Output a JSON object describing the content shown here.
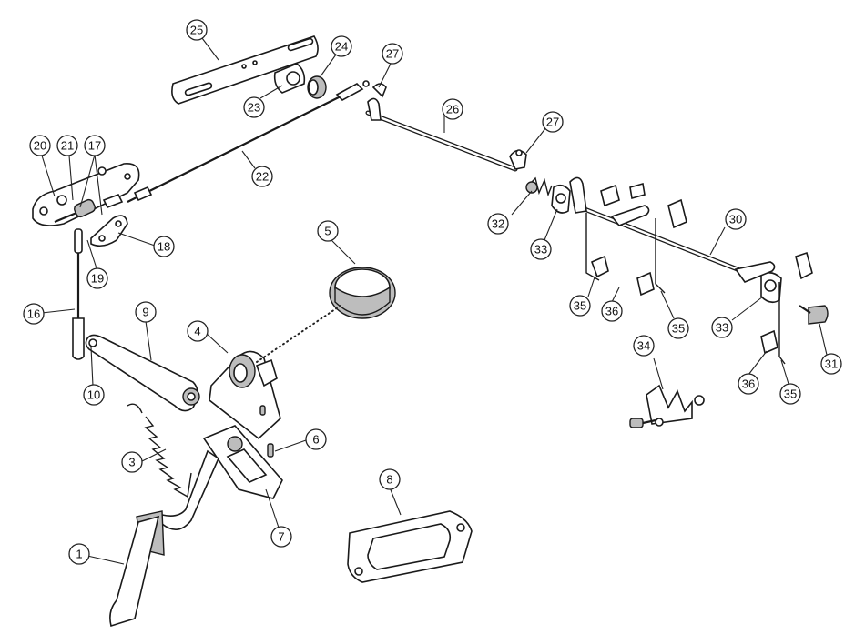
{
  "callouts": [
    {
      "label": "1"
    },
    {
      "label": "3"
    },
    {
      "label": "4"
    },
    {
      "label": "5"
    },
    {
      "label": "6"
    },
    {
      "label": "7"
    },
    {
      "label": "8"
    },
    {
      "label": "9"
    },
    {
      "label": "10"
    },
    {
      "label": "16"
    },
    {
      "label": "17"
    },
    {
      "label": "18"
    },
    {
      "label": "19"
    },
    {
      "label": "20"
    },
    {
      "label": "21"
    },
    {
      "label": "22"
    },
    {
      "label": "23"
    },
    {
      "label": "24"
    },
    {
      "label": "25"
    },
    {
      "label": "26"
    },
    {
      "label": "27"
    },
    {
      "label": "27"
    },
    {
      "label": "30"
    },
    {
      "label": "31"
    },
    {
      "label": "32"
    },
    {
      "label": "33"
    },
    {
      "label": "33"
    },
    {
      "label": "34"
    },
    {
      "label": "35"
    },
    {
      "label": "35"
    },
    {
      "label": "35"
    },
    {
      "label": "36"
    },
    {
      "label": "36"
    }
  ]
}
